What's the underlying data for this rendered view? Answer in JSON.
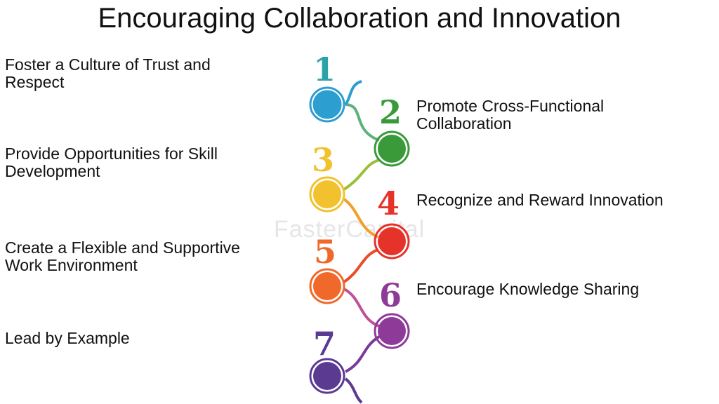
{
  "title": "Encouraging Collaboration and Innovation",
  "watermark": "FasterCapital",
  "steps": [
    {
      "number": "1",
      "label": "Foster a Culture of Trust and Respect",
      "color": "#2d9ed0"
    },
    {
      "number": "2",
      "label": "Promote Cross-Functional Collaboration",
      "color": "#3a9a3a"
    },
    {
      "number": "3",
      "label": "Provide Opportunities for Skill Development",
      "color": "#f2c12e"
    },
    {
      "number": "4",
      "label": "Recognize and Reward Innovation",
      "color": "#e5332a"
    },
    {
      "number": "5",
      "label": "Create a Flexible and Supportive Work Environment",
      "color": "#f0692a"
    },
    {
      "number": "6",
      "label": "Encourage Knowledge Sharing",
      "color": "#8e3a98"
    },
    {
      "number": "7",
      "label": "Lead by Example",
      "color": "#5b3a92"
    }
  ]
}
